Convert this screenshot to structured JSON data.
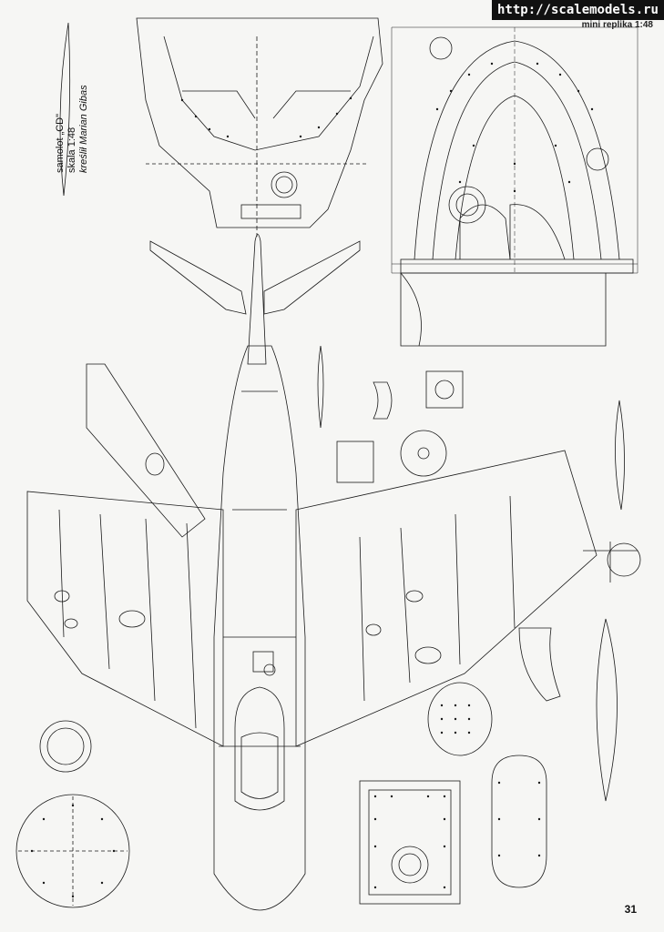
{
  "watermark": "http://scalemodels.ru",
  "magazine_header": "mini replika 1:48",
  "credit": {
    "line1": "samolot „CD\"",
    "line2": "skala 1:48",
    "line3": "kreślił Marian Gibas"
  },
  "page_number": "31"
}
